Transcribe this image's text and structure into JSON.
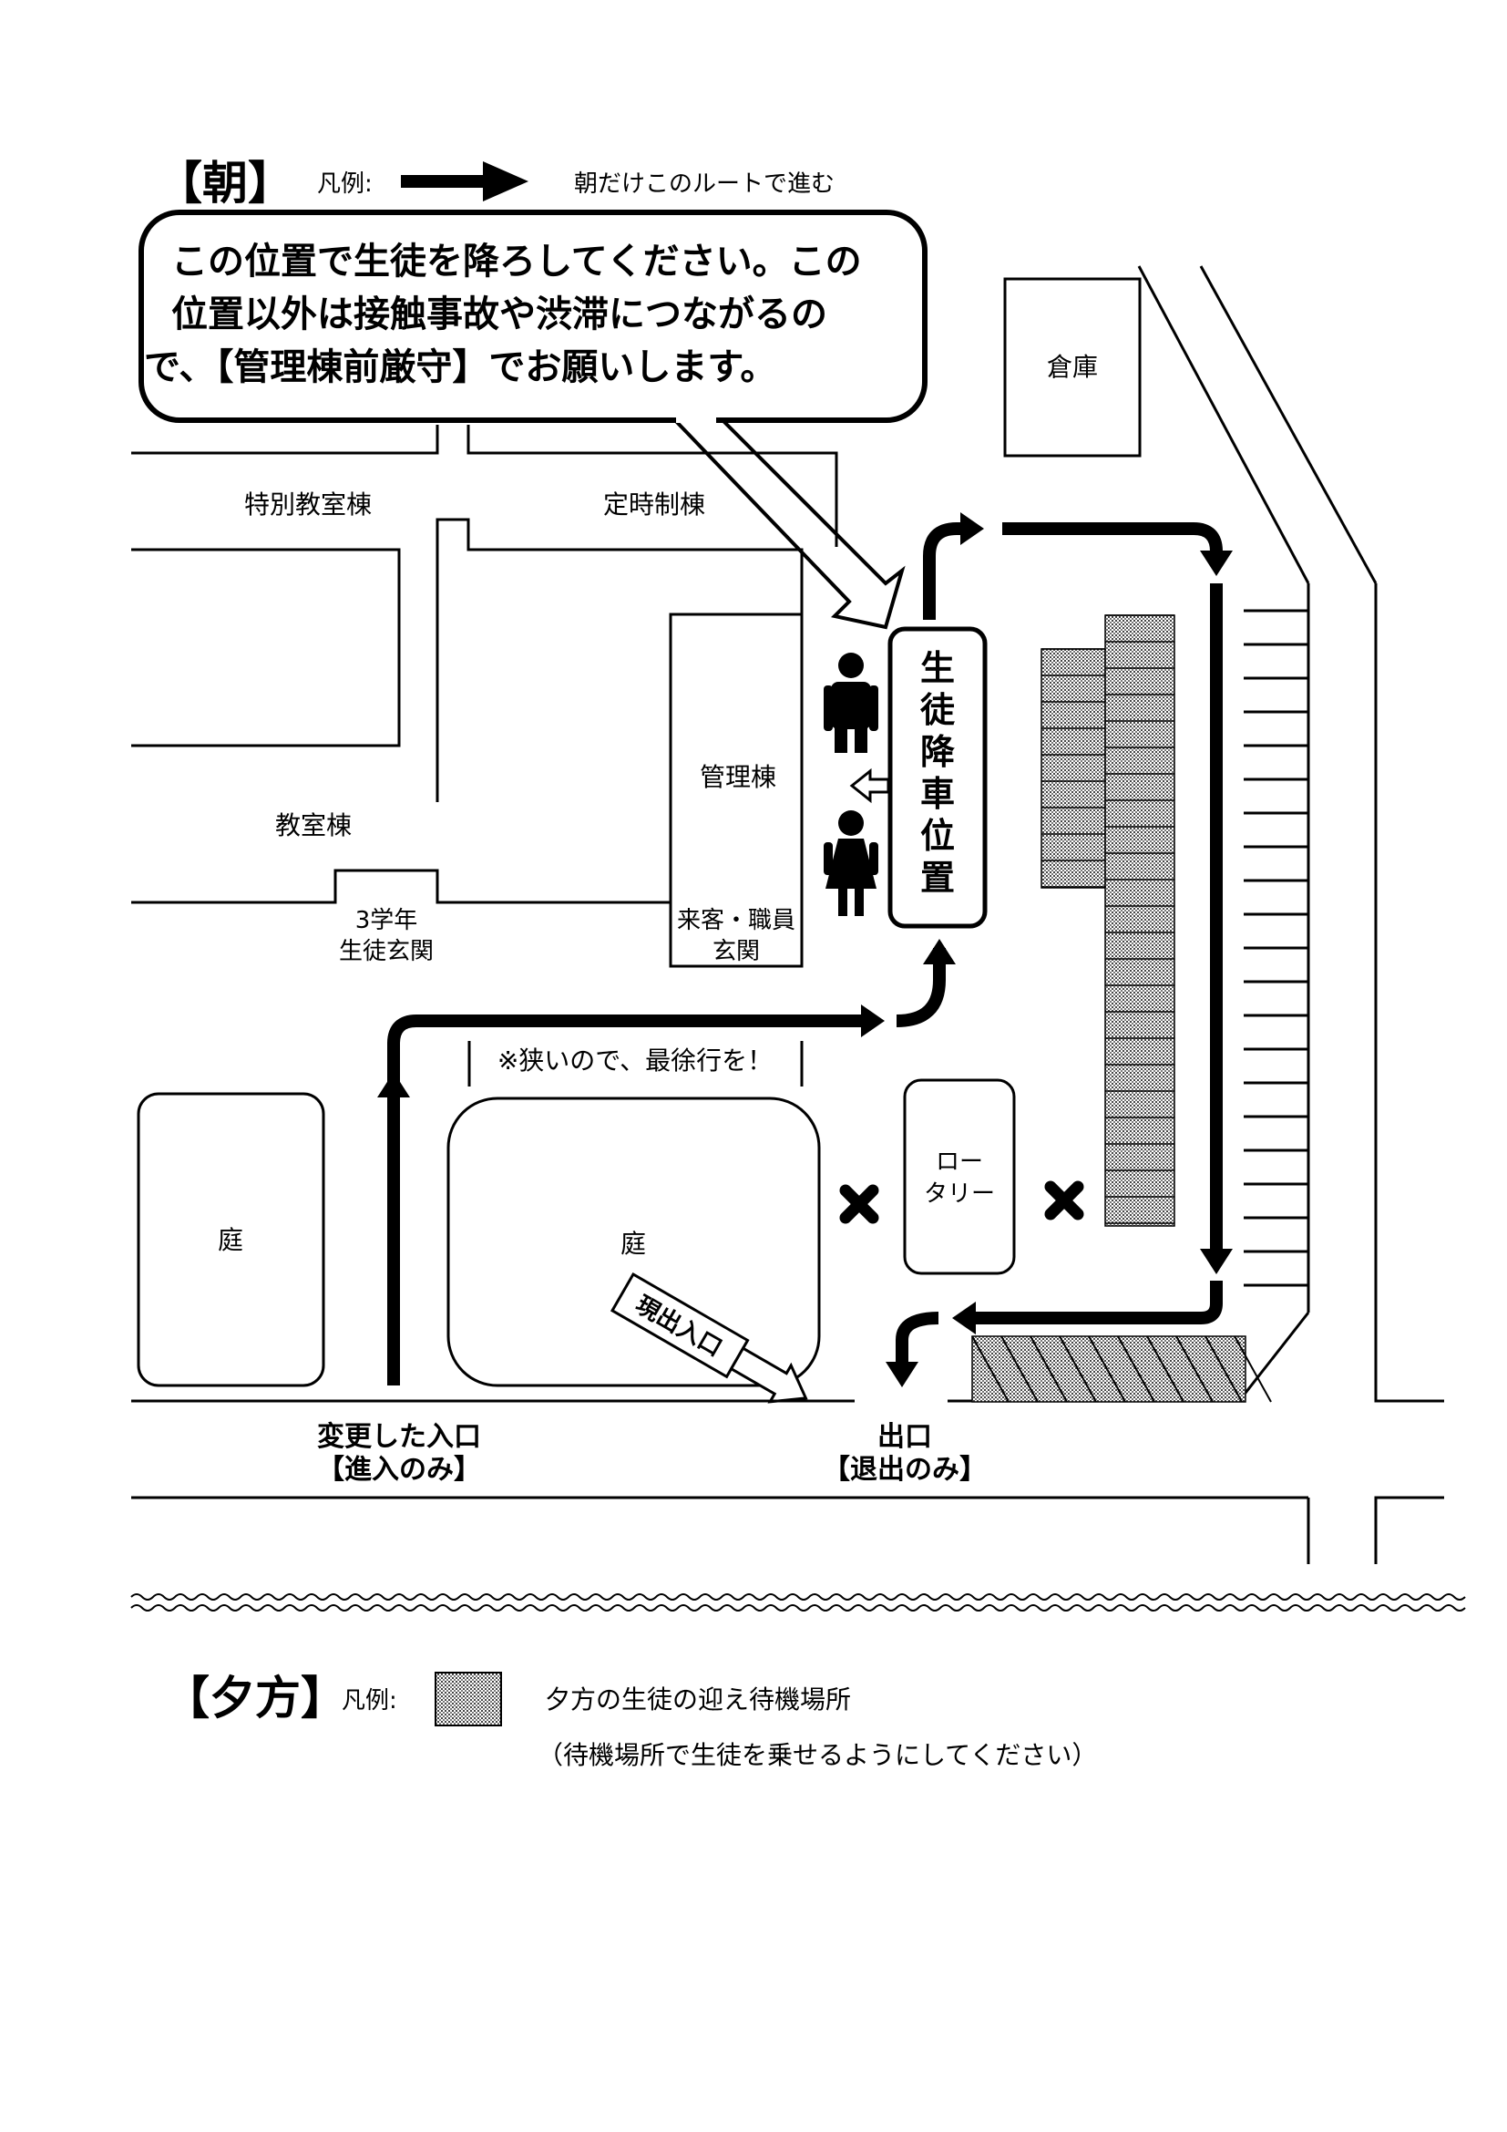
{
  "morning": {
    "title": "【朝】",
    "legend_label": "凡例:",
    "legend_text": "朝だけこのルートで進む",
    "notice": [
      "この位置で生徒を降ろしてください。この",
      "位置以外は接触事故や渋滞につながるの",
      "で、【管理棟前厳守】でお願いします。"
    ]
  },
  "buildings": {
    "warehouse": "倉庫",
    "special_classroom": "特別教室棟",
    "part_time": "定時制棟",
    "admin": "管理棟",
    "classroom": "教室棟",
    "grade3_entrance": [
      "3学年",
      "生徒玄関"
    ],
    "guest_entrance": [
      "来客・職員",
      "玄関"
    ],
    "rotary": [
      "ロー",
      "タリー"
    ],
    "garden_left": "庭",
    "garden_center": "庭"
  },
  "dropoff_label": [
    "生",
    "徒",
    "降",
    "車",
    "位",
    "置"
  ],
  "road_notes": {
    "narrow": "※狭いので、最徐行を！",
    "old_entrance": "現出入口"
  },
  "entrances": {
    "new_entry": [
      "変更した入口",
      "【進入のみ】"
    ],
    "exit": [
      "出口",
      "【退出のみ】"
    ]
  },
  "evening": {
    "title": "【夕方】",
    "legend_label": "凡例:",
    "legend_text": "夕方の生徒の迎え待機場所",
    "legend_note": "（待機場所で生徒を乗せるようにしてください）"
  }
}
